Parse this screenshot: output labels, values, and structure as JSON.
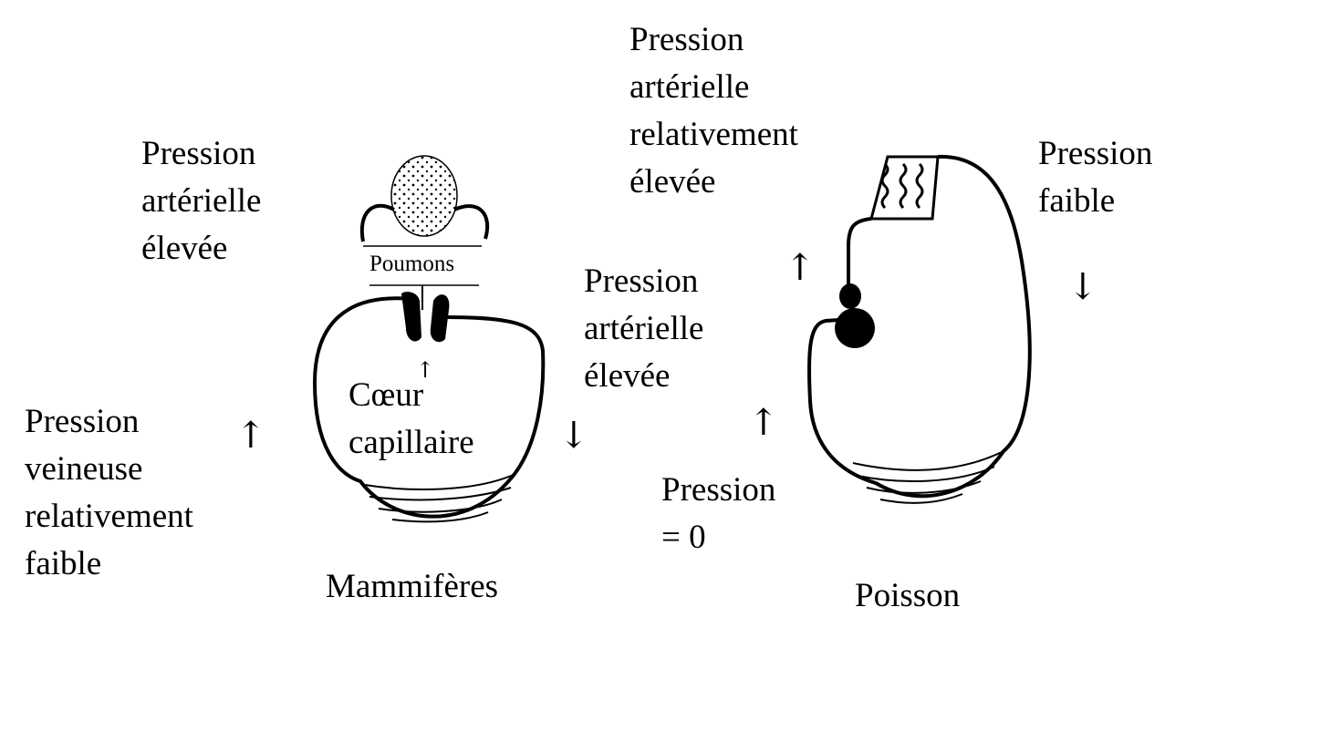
{
  "mammal": {
    "title": "Mammifères",
    "lungs_label": "Poumons",
    "heart_capillary_label": [
      "Cœur",
      "capillaire"
    ],
    "arterial_label": [
      "Pression",
      "artérielle",
      "élevée"
    ],
    "venous_label": [
      "Pression",
      "veineuse",
      "relativement",
      "faible"
    ],
    "arrow_up": "↑",
    "arrow_down": "↓"
  },
  "fish": {
    "title": "Poisson",
    "gill_pressure_label": [
      "Pression",
      "artérielle",
      "relativement",
      "élevée"
    ],
    "low_pressure_label": [
      "Pression",
      "faible"
    ],
    "arterial_label": [
      "Pression",
      "artérielle",
      "élevée"
    ],
    "zero_pressure_label": [
      "Pression",
      "= 0"
    ],
    "arrow_up": "↑",
    "arrow_down": "↓"
  }
}
